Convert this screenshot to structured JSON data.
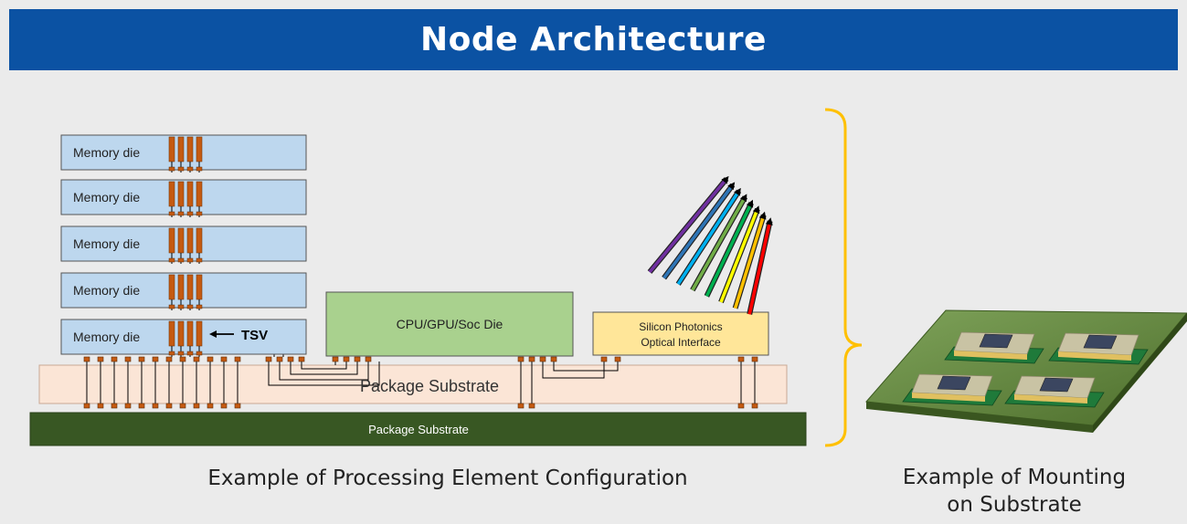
{
  "header": {
    "title": "Node Architecture"
  },
  "diagram": {
    "memory_die_label": "Memory die",
    "memory_die_count": 5,
    "tsv_label": "TSV",
    "cpu_label": "CPU/GPU/Soc Die",
    "photonics_label_line1": "Silicon Photonics",
    "photonics_label_line2": "Optical Interface",
    "package_substrate_upper": "Package Substrate",
    "package_substrate_lower": "Package Substrate"
  },
  "captions": {
    "left": "Example of Processing Element Configuration",
    "right_line1": "Example of Mounting",
    "right_line2": "on Substrate"
  },
  "colors": {
    "title_bar": "#0b52a3",
    "background": "#ebebeb",
    "memory_die": "#bdd7ee",
    "cpu_die": "#a9d18e",
    "photonics": "#ffe699",
    "interposer": "#fbe5d6",
    "package_substrate": "#385723",
    "tsv": "#c55a11",
    "bracket": "#ffc000"
  },
  "optical_beam_colors": [
    "#7030a0",
    "#2e75b6",
    "#00b0f0",
    "#70ad47",
    "#00b050",
    "#ffff00",
    "#ffc000",
    "#ff0000"
  ]
}
